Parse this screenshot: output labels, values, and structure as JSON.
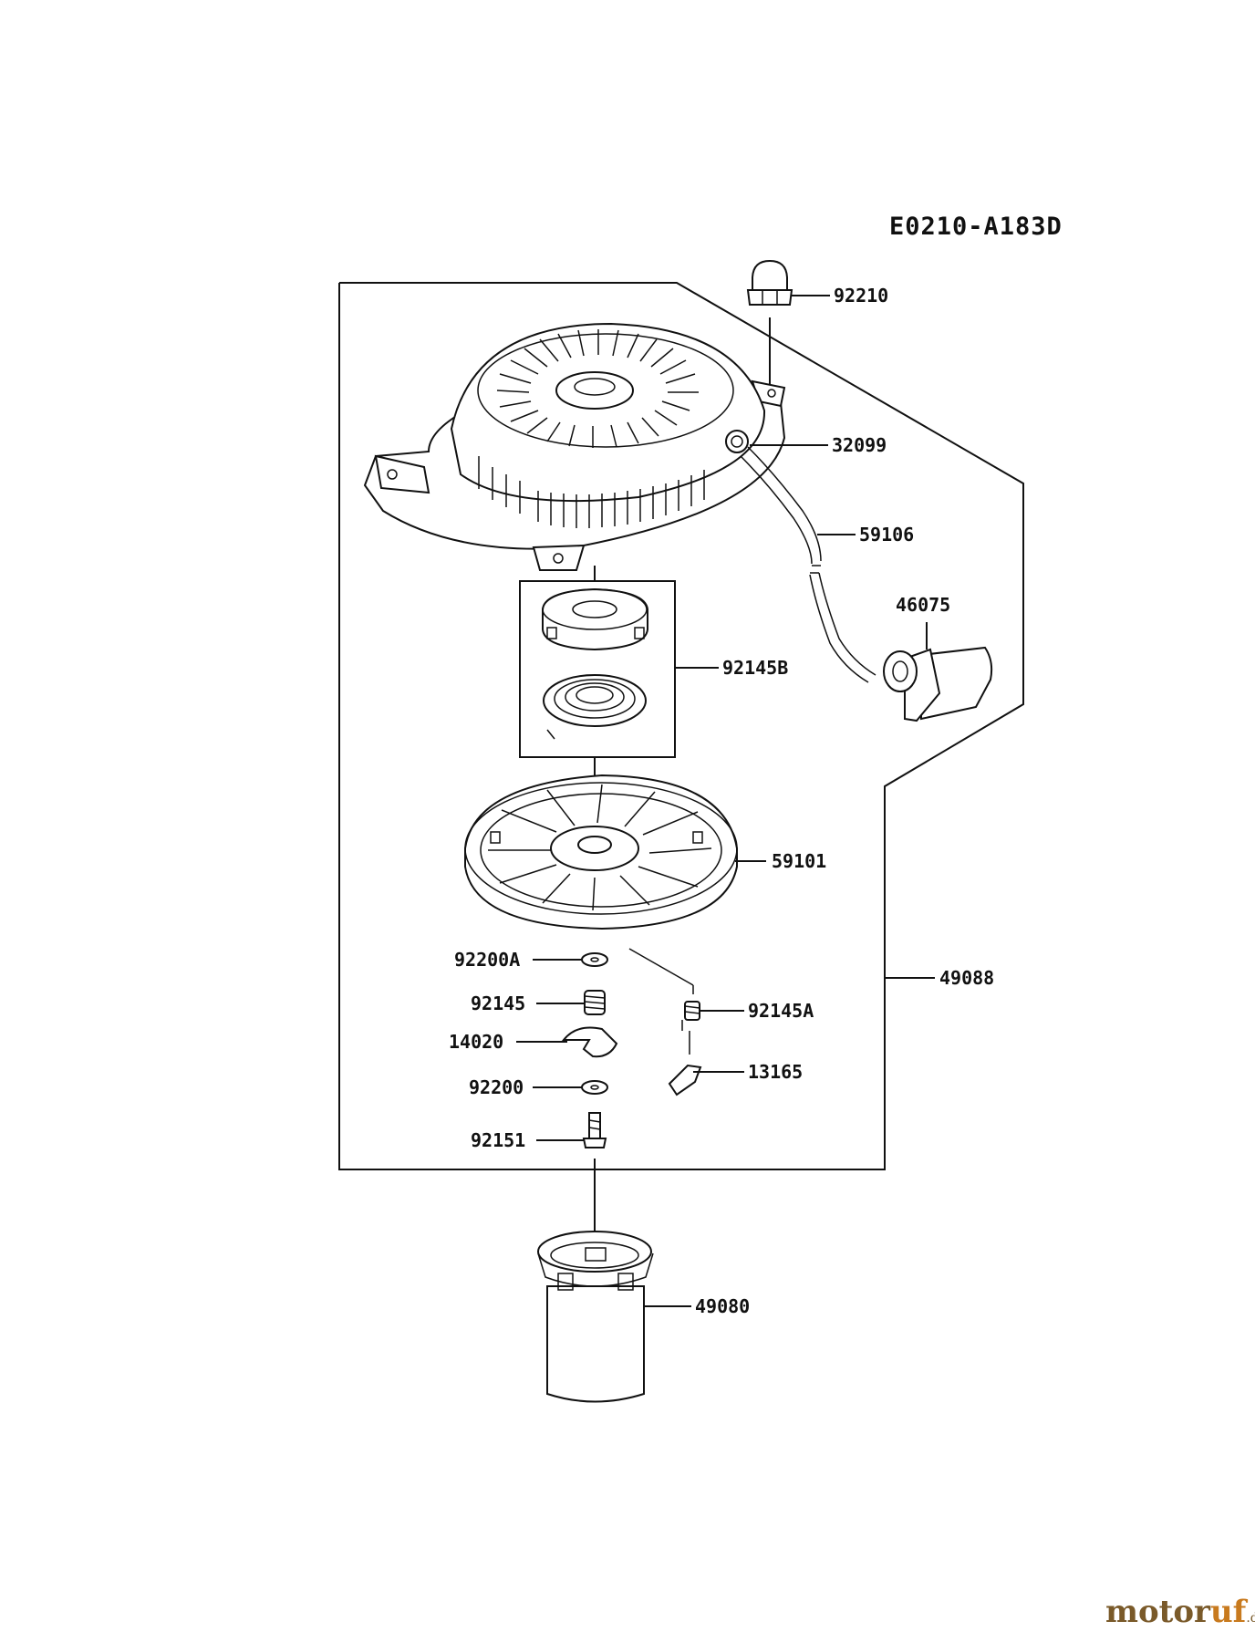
{
  "diagram_code": "E0210-A183D",
  "watermark": {
    "prefix": "motor",
    "suffix": "uf",
    "tld": ".de"
  },
  "parts": {
    "p92210": "92210",
    "p32099": "32099",
    "p59106": "59106",
    "p46075": "46075",
    "p92145B": "92145B",
    "p59101": "59101",
    "p92200A": "92200A",
    "p92145": "92145",
    "p14020": "14020",
    "p92200": "92200",
    "p92151": "92151",
    "p92145A": "92145A",
    "p13165": "13165",
    "p49088": "49088",
    "p49080": "49080"
  }
}
